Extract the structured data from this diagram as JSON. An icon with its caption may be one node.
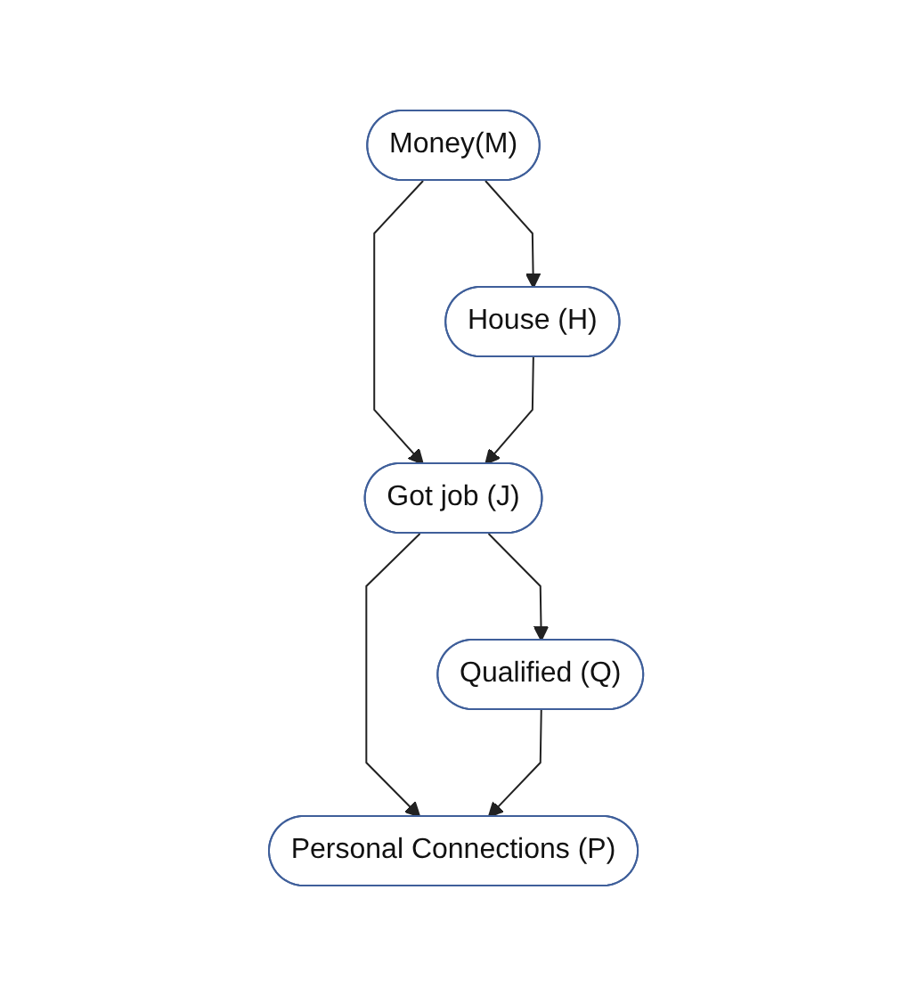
{
  "diagram": {
    "nodes": [
      {
        "text": [
          "Money(M)"
        ]
      },
      {
        "text": [
          "House (H)"
        ]
      },
      {
        "text": [
          "Got job (J)"
        ]
      },
      {
        "text": [
          "Qualified (Q)"
        ]
      },
      {
        "text": [
          "Personal Connections (P)"
        ]
      }
    ],
    "edges": [
      {
        "from": 0,
        "to": 1,
        "arrow": "to"
      },
      {
        "from": 0,
        "to": 2,
        "arrow": "to"
      },
      {
        "from": 1,
        "to": 2,
        "arrow": "to"
      },
      {
        "from": 2,
        "to": 4,
        "arrow": "to"
      },
      {
        "from": 2,
        "to": 3,
        "arrow": "to"
      },
      {
        "from": 3,
        "to": 4,
        "arrow": "to"
      }
    ]
  }
}
